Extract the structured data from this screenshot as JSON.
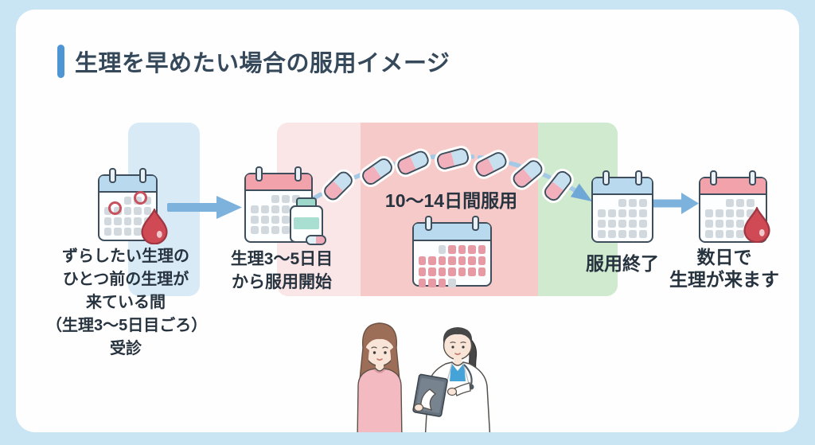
{
  "title": {
    "text": "生理を早めたい場合の服用イメージ"
  },
  "labels": {
    "step1": [
      "ずらしたい生理の",
      "ひとつ前の生理が",
      "来ている間",
      "（生理3〜5日目ごろ）",
      "受診"
    ],
    "step2": [
      "生理3〜5日目",
      "から服用開始"
    ],
    "duration": "10〜14日間服用",
    "step3": "服用終了",
    "step4": [
      "数日で",
      "生理が来ます"
    ]
  },
  "calendars": {
    "start_reference": {
      "name": "calendar-period-before",
      "header": "blue",
      "days": [
        "..GGG",
        "GGGGG",
        "GGGGG",
        "GGGGG"
      ],
      "period_markers": 2,
      "blood_drop": true
    },
    "medication_start": {
      "name": "calendar-medication-start",
      "header": "pink",
      "days": [
        "..GGG",
        "GGGGG",
        "GGGGG",
        "GGGGG"
      ],
      "blood_drop": false
    },
    "medication_period": {
      "name": "calendar-medication-days",
      "header": "blue",
      "days": [
        "..GPPPP",
        "PPPPPPP",
        "PPPPPPP",
        "PPPG..."
      ],
      "blood_drop": false
    },
    "medication_end": {
      "name": "calendar-medication-end",
      "header": "blue",
      "days": [
        "..GGG",
        "GGGGG",
        "GGGGG",
        "GGGGG"
      ],
      "blood_drop": false
    },
    "period_comes": {
      "name": "calendar-period-comes",
      "header": "pink",
      "days": [
        "..GGG",
        "GGGGG",
        "GGGGG",
        "GGGGG"
      ],
      "blood_drop": true
    }
  },
  "icons": {
    "accent_bar": "title-accent-bar",
    "calendar": "calendar-icon",
    "blood_drop": "blood-drop-icon",
    "pill": "pill-icon",
    "medicine_bottle": "medicine-bottle-icon",
    "arrow": "arrow-right-icon",
    "illustration": "doctor-patient-illustration"
  },
  "colors": {
    "page_bg": "#c9e4f3",
    "card_bg": "#fefefe",
    "accent_bar": "#4e96d3",
    "title_text": "#36495b",
    "band_blue": "#d8eaf6",
    "band_pink_light": "#fae6e6",
    "band_pink": "#f7caca",
    "band_green": "#cfeacf",
    "calendar_header_blue": "#b9d9ee",
    "calendar_header_pink": "#f2a2aa",
    "day_gray": "#d2d9de",
    "day_pink": "#e79aa3",
    "blood_red": "#cf4a55",
    "pill_pink": "#f2afbc",
    "pill_blue": "#c7e0ef",
    "arrow_blue": "#7db2dd",
    "dash_blue": "#a3c9e6",
    "bottle_teal": "#9ed8cb"
  }
}
